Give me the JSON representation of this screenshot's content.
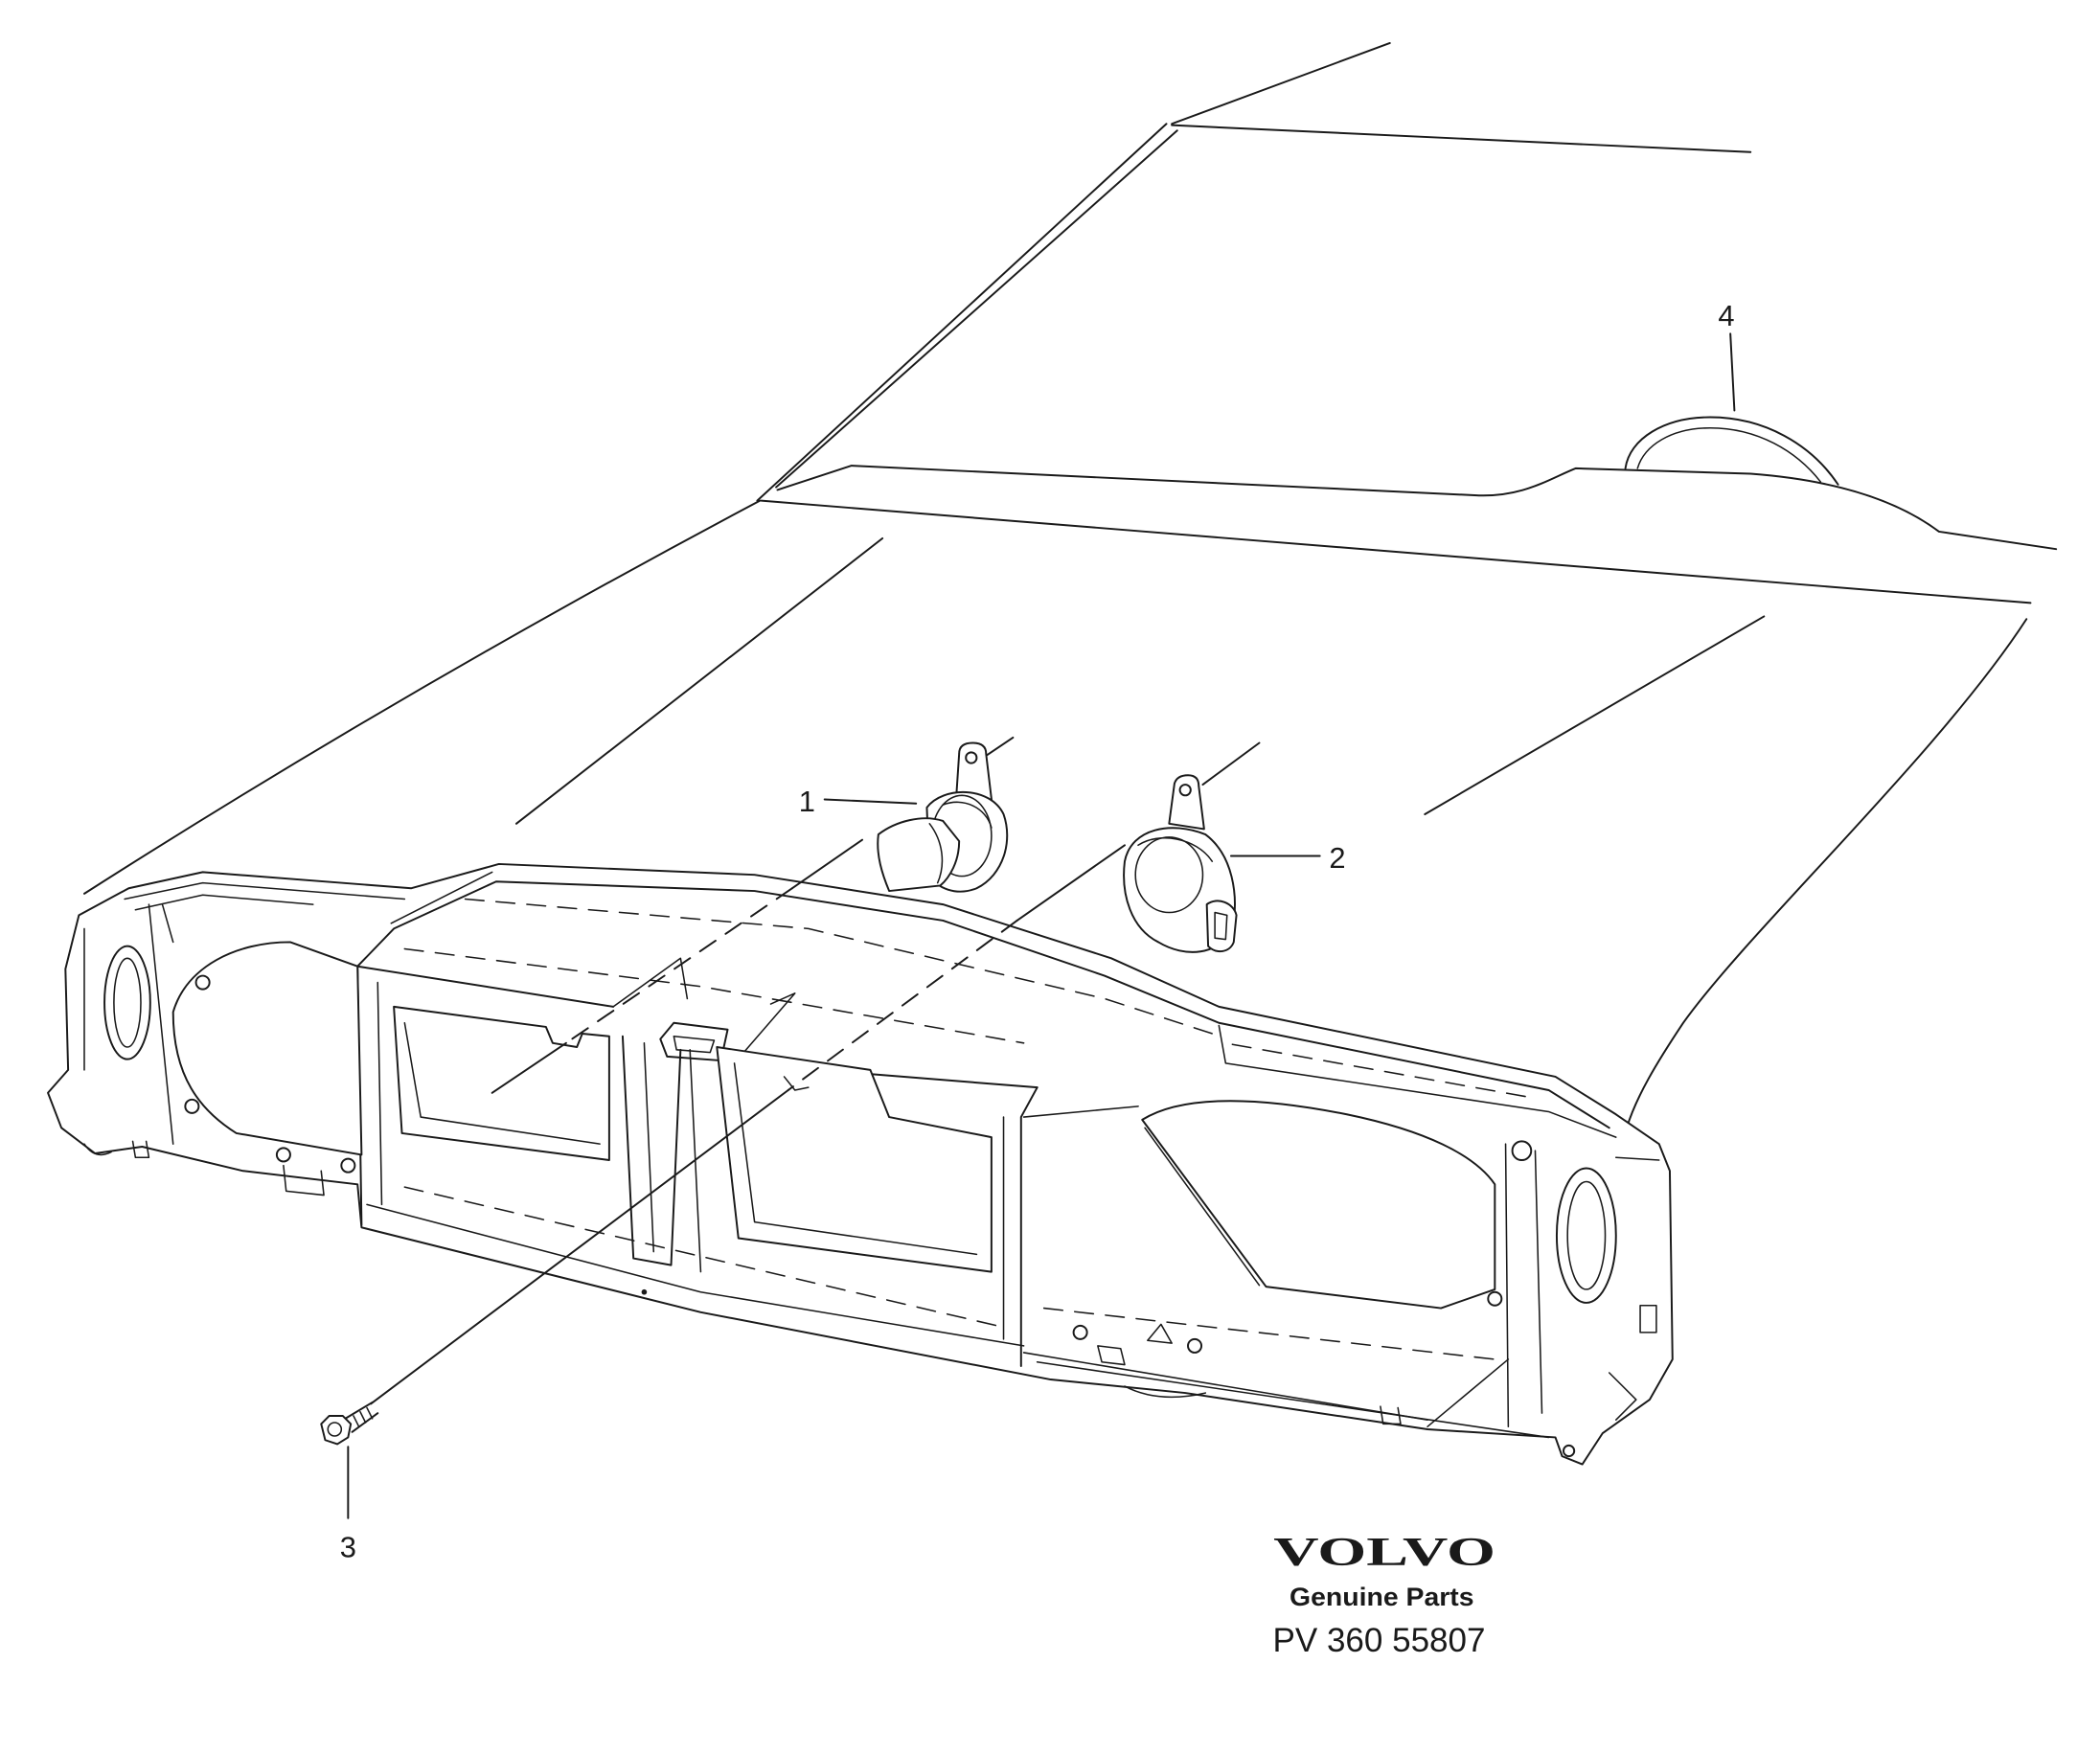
{
  "callouts": {
    "one": "1",
    "two": "2",
    "three": "3",
    "four": "4"
  },
  "logo": {
    "brand": "VOLVO",
    "tagline": "Genuine Parts"
  },
  "part_number": "PV 360 55807",
  "colors": {
    "ink": "#1a1a1a",
    "background": "#ffffff"
  }
}
